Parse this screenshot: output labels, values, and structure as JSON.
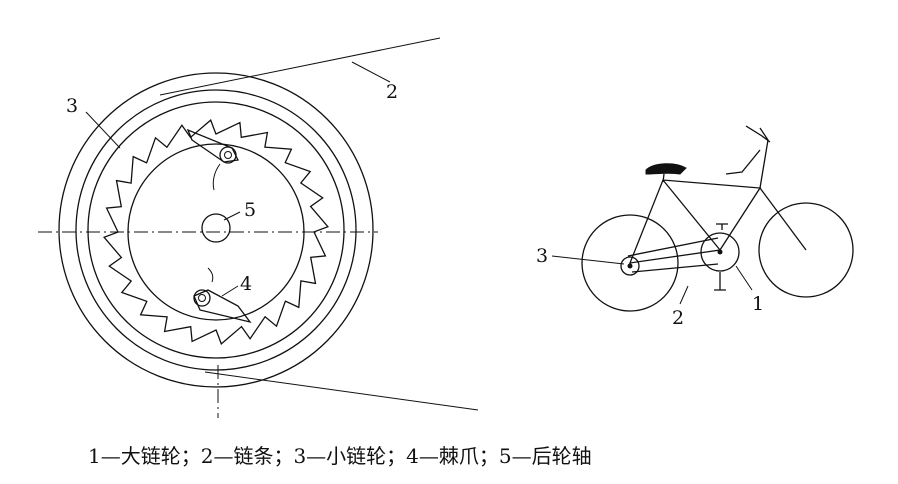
{
  "labels": {
    "left": [
      "3",
      "2",
      "5",
      "4"
    ],
    "right": [
      "3",
      "2",
      "1"
    ]
  },
  "caption": "1—大链轮；2—链条；3—小链轮；4—棘爪；5—后轮轴"
}
